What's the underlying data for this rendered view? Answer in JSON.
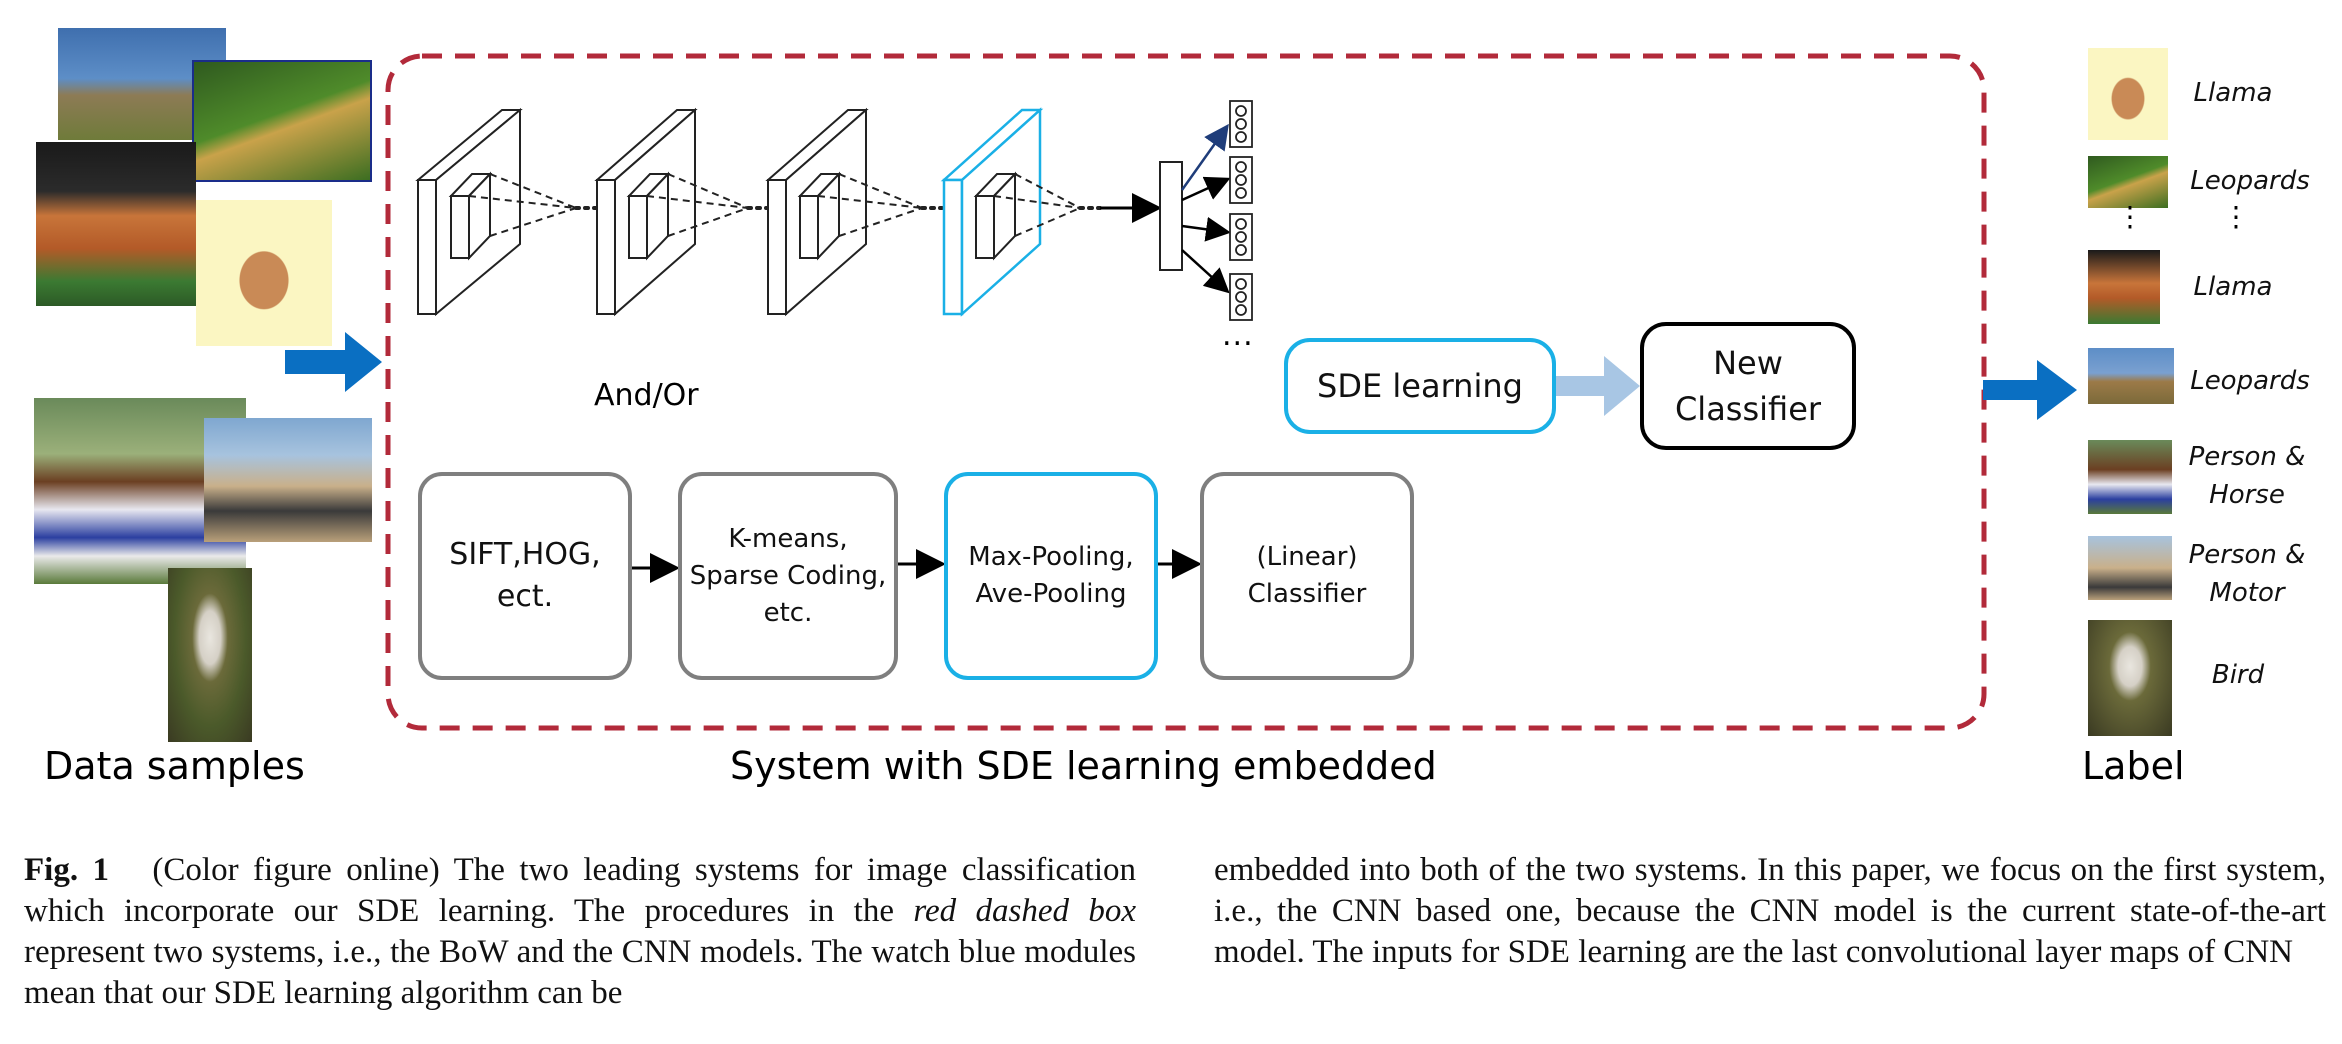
{
  "figure": {
    "sections": {
      "data_samples": "Data samples",
      "system": "System with SDE learning embedded",
      "label": "Label"
    },
    "and_or": "And/Or",
    "ellipsis": "...",
    "cnn_path": {
      "sde_learning": "SDE learning",
      "new_classifier": "New\nClassifier"
    },
    "bow_path": [
      {
        "text": "SIFT,HOG,\nect.",
        "style": "gray"
      },
      {
        "text": "K-means,\nSparse Coding,\netc.",
        "style": "gray"
      },
      {
        "text": "Max-Pooling,\nAve-Pooling",
        "style": "blue"
      },
      {
        "text": "(Linear)\nClassifier",
        "style": "gray"
      }
    ],
    "labels": [
      {
        "text": "Llama",
        "icon": "llama-thumbnail"
      },
      {
        "text": "Leopards",
        "icon": "leopard-thumbnail"
      },
      {
        "text": "Llama",
        "icon": "llama-thumbnail"
      },
      {
        "text": "Leopards",
        "icon": "leopard-thumbnail"
      },
      {
        "text": "Person &\nHorse",
        "icon": "person-horse-thumbnail"
      },
      {
        "text": "Person &\nMotor",
        "icon": "person-motor-thumbnail"
      },
      {
        "text": "Bird",
        "icon": "bird-thumbnail"
      }
    ],
    "colors": {
      "dashed_box": "#b22a3a",
      "highlight_blue": "#1ab0e6",
      "arrow_blue": "#0a6fc2",
      "light_arrow": "#a8c6e4",
      "gray_border": "#7f7f7f"
    }
  },
  "caption": {
    "label": "Fig. 1",
    "left_part1": "(Color figure online) The two leading systems for image classification which incorporate our SDE learning. The procedures in the ",
    "left_em": "red dashed box",
    "left_part2": " represent two systems, i.e., the BoW and the CNN models. The watch blue modules mean that our SDE learning algorithm can be",
    "right": "embedded into both of the two systems. In this paper, we focus on the first system, i.e., the CNN based one, because the CNN model is the current state-of-the-art model. The inputs for SDE learning are the last convolutional layer maps of CNN"
  }
}
